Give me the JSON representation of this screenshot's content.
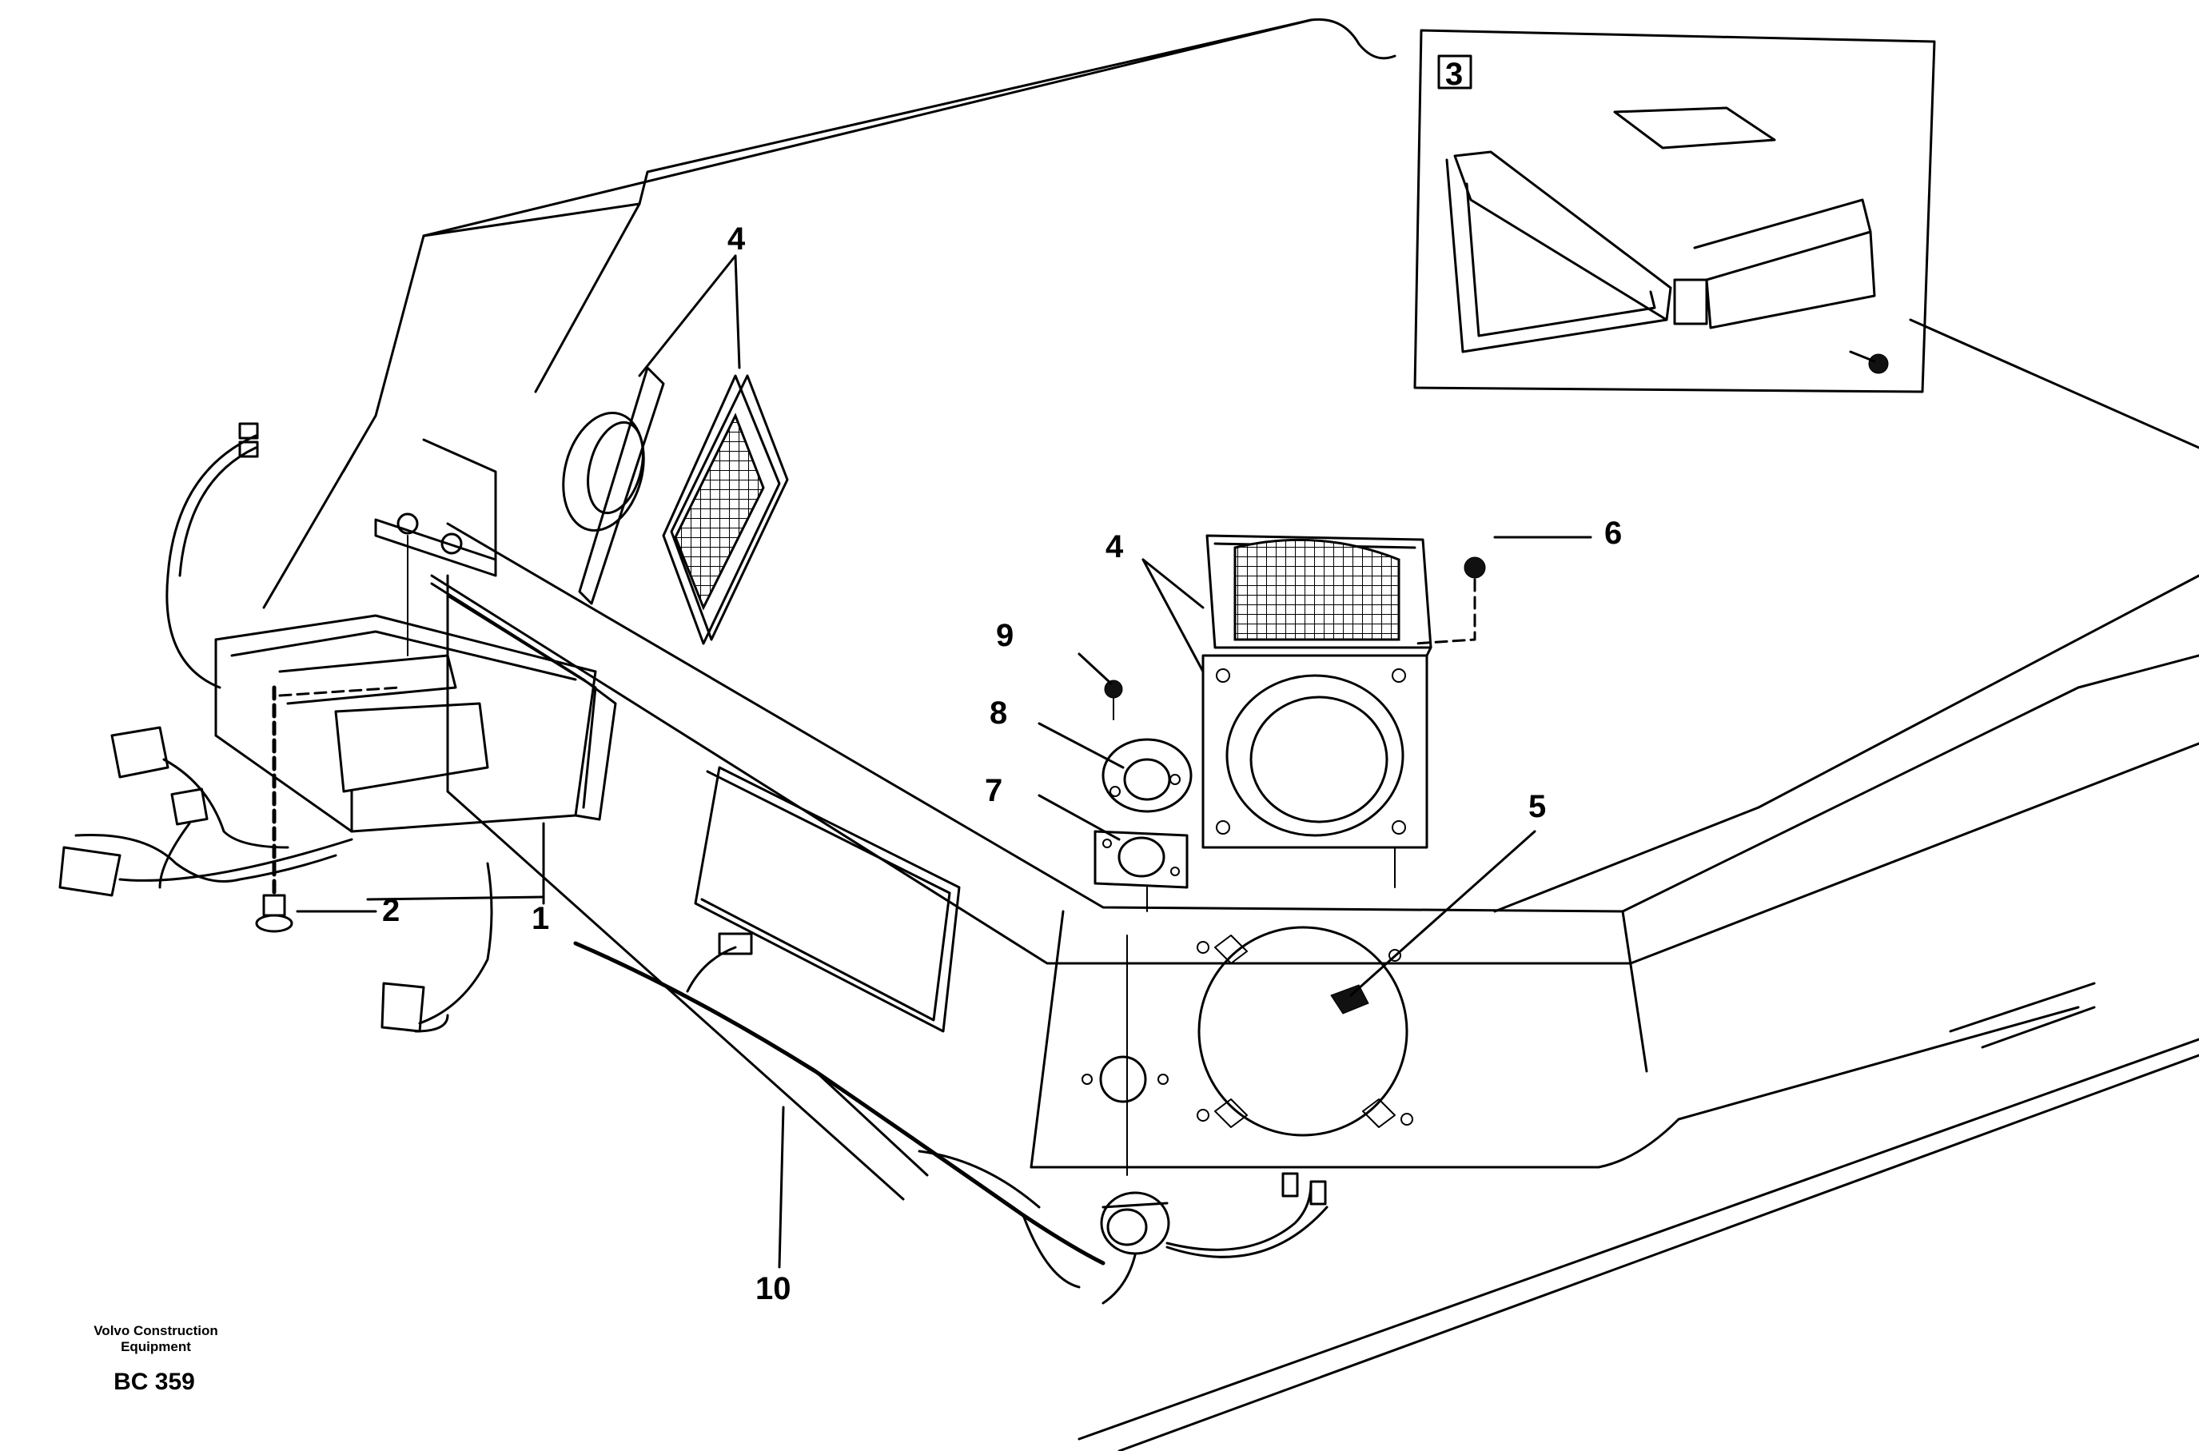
{
  "callouts": {
    "c1": "1",
    "c2": "2",
    "c3": "3",
    "c4a": "4",
    "c4b": "4",
    "c5": "5",
    "c6": "6",
    "c7": "7",
    "c8": "8",
    "c9": "9",
    "c10": "10"
  },
  "footer": {
    "line1": "Volvo Construction",
    "line2": "Equipment",
    "code": "BC 359"
  }
}
